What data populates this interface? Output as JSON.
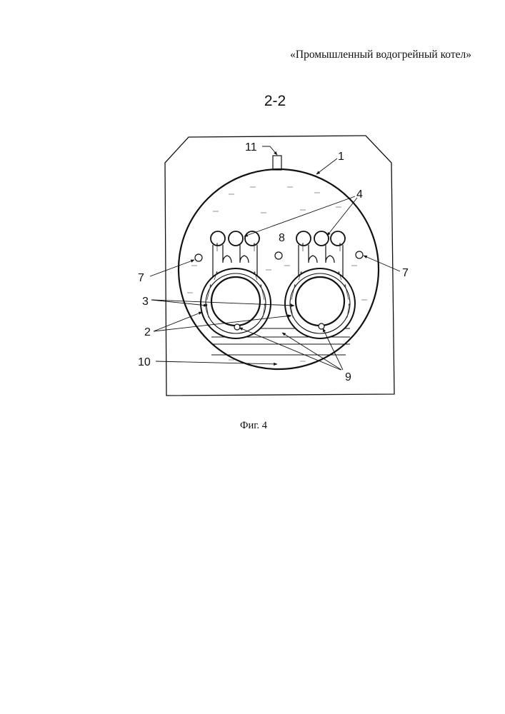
{
  "document": {
    "title": "«Промышленный водогрейный котел»",
    "section": "2-2",
    "caption": "Фиг. 4"
  },
  "callouts": {
    "c1": "1",
    "c2": "2",
    "c3": "3",
    "c4": "4",
    "c7_left": "7",
    "c7_right": "7",
    "c8": "8",
    "c9": "9",
    "c10": "10",
    "c11": "11"
  }
}
